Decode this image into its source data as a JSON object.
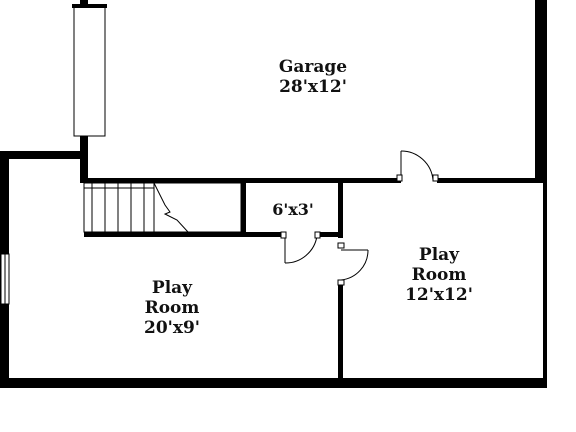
{
  "rooms": {
    "garage": {
      "name": "Garage",
      "dims": "28'x12'"
    },
    "closet": {
      "dims": "6'x3'"
    },
    "play_room_left": {
      "name_line1": "Play",
      "name_line2": "Room",
      "dims": "20'x9'"
    },
    "play_room_right": {
      "name_line1": "Play",
      "name_line2": "Room",
      "dims": "12'x12'"
    }
  },
  "colors": {
    "wall": "#000000",
    "background": "#ffffff"
  }
}
